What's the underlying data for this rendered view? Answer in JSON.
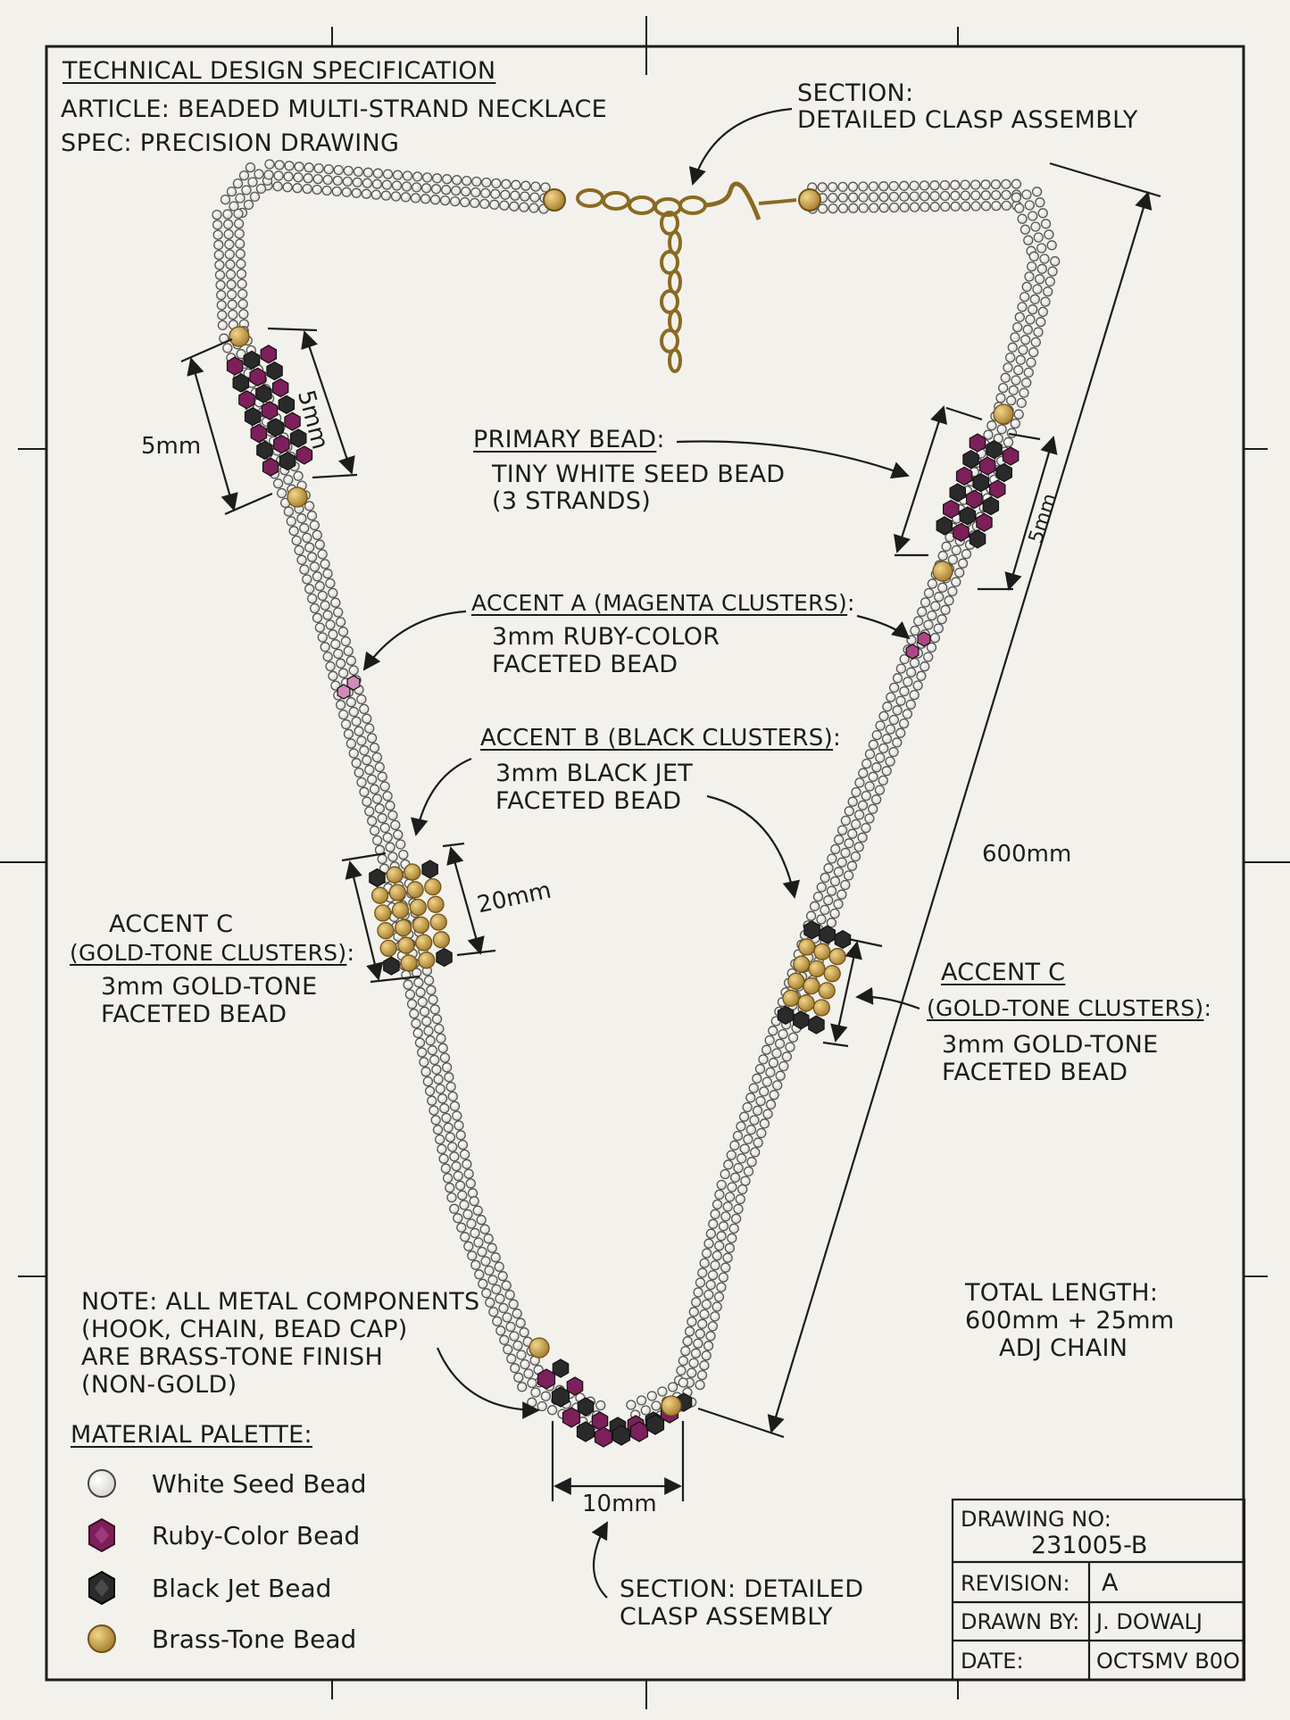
{
  "header": {
    "title": "TECHNICAL DESIGN SPECIFICATION",
    "article": "ARTICLE: BEADED MULTI-STRAND NECKLACE",
    "spec": "SPEC: PRECISION DRAWING"
  },
  "callouts": {
    "section_top": [
      "SECTION:",
      "DETAILED CLASP ASSEMBLY"
    ],
    "primary": {
      "title": "PRIMARY BEAD",
      "lines": [
        "TINY WHITE SEED BEAD",
        "(3 STRANDS)"
      ]
    },
    "accent_a": {
      "title": "ACCENT A (MAGENTA CLUSTERS)",
      "lines": [
        "3mm RUBY-COLOR",
        "FACETED BEAD"
      ]
    },
    "accent_b": {
      "title": "ACCENT B (BLACK CLUSTERS)",
      "lines": [
        "3mm BLACK JET",
        "FACETED BEAD"
      ]
    },
    "accent_c_left": {
      "line1": "ACCENT C",
      "line2": "(GOLD-TONE CLUSTERS)",
      "lines": [
        "3mm GOLD-TONE",
        "FACETED BEAD"
      ]
    },
    "accent_c_right": {
      "line1": "ACCENT C",
      "line2": "(GOLD-TONE CLUSTERS)",
      "lines": [
        "3mm GOLD-TONE",
        "FACETED BEAD"
      ]
    },
    "note": [
      "NOTE: ALL METAL COMPONENTS",
      "(HOOK, CHAIN, BEAD CAP)",
      "ARE BRASS-TONE FINISH",
      "(NON-GOLD)"
    ],
    "total_length": [
      "TOTAL LENGTH:",
      "600mm + 25mm",
      "ADJ CHAIN"
    ],
    "section_bottom": [
      "SECTION: DETAILED",
      "CLASP ASSEMBLY"
    ]
  },
  "dimensions": {
    "left_outer": "5mm",
    "left_inner": "5mm",
    "right_cluster": "5mm",
    "gold_cluster": "20mm",
    "bottom_width": "10mm",
    "overall_length": "600mm"
  },
  "legend": {
    "title": "MATERIAL PALETTE:",
    "items": [
      {
        "label": "White Seed Bead",
        "icon": "white-seed-bead-icon",
        "color": "#f4f2ee"
      },
      {
        "label": "Ruby-Color Bead",
        "icon": "ruby-bead-icon",
        "color": "#7d1f5a"
      },
      {
        "label": "Black Jet Bead",
        "icon": "black-jet-bead-icon",
        "color": "#2a2a2a"
      },
      {
        "label": "Brass-Tone Bead",
        "icon": "brass-bead-icon",
        "color": "#c9a04a"
      }
    ]
  },
  "title_block": {
    "drawing_no_label": "DRAWING NO:",
    "drawing_no": "231005-B",
    "revision_label": "REVISION:",
    "revision": "A",
    "drawn_by_label": "DRAWN BY:",
    "drawn_by": "J. DOWALJ",
    "date_label": "DATE:",
    "date": "OCTSMV B0O"
  },
  "colors": {
    "ruby": "#7d1f5a",
    "jet": "#2a2a2a",
    "brass": "#c9a04a",
    "seed": "#f4f2ee",
    "line": "#1c1c1c",
    "paper": "#f3f1ec"
  }
}
